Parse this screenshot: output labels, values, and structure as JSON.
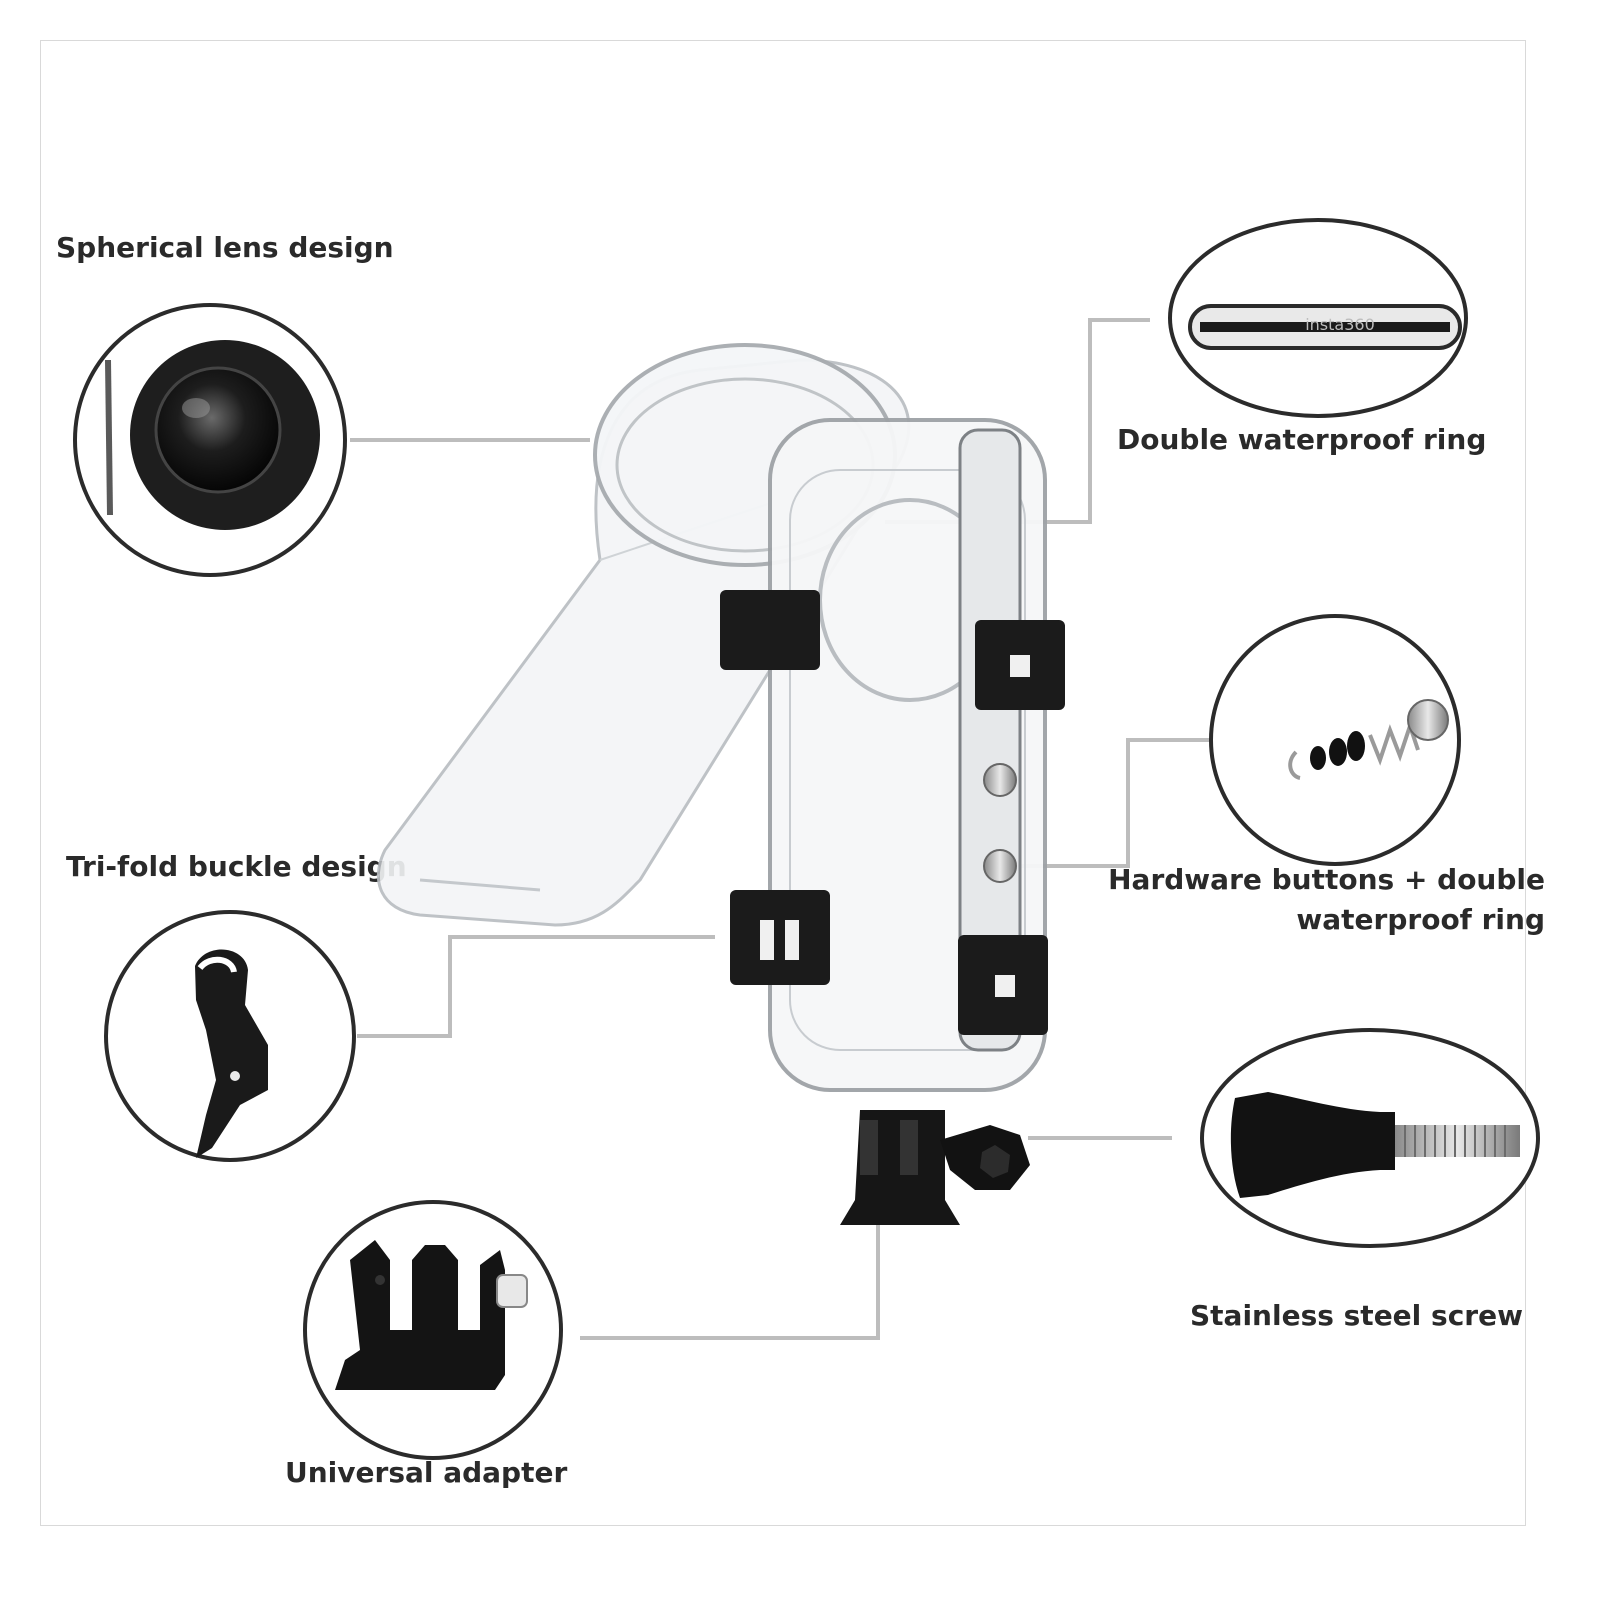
{
  "features": {
    "spherical_lens": {
      "label": "Spherical lens design",
      "icon": "camera-lens-icon"
    },
    "double_ring": {
      "label": "Double waterproof ring",
      "icon": "waterproof-ring-icon",
      "ring_text": "insta360"
    },
    "trifold_buckle": {
      "label": "Tri-fold buckle design",
      "icon": "buckle-icon"
    },
    "hardware_buttons": {
      "label_line1": "Hardware buttons + double",
      "label_line2": "waterproof ring",
      "icon": "button-parts-icon"
    },
    "universal_adapter": {
      "label": "Universal adapter",
      "icon": "adapter-mount-icon"
    },
    "steel_screw": {
      "label": "Stainless steel screw",
      "icon": "thumb-screw-icon"
    }
  },
  "colors": {
    "text": "#2a2a2a",
    "leader_line": "#bdbdbd",
    "circle_stroke": "#2b2b2b",
    "accessory_black": "#151515"
  }
}
